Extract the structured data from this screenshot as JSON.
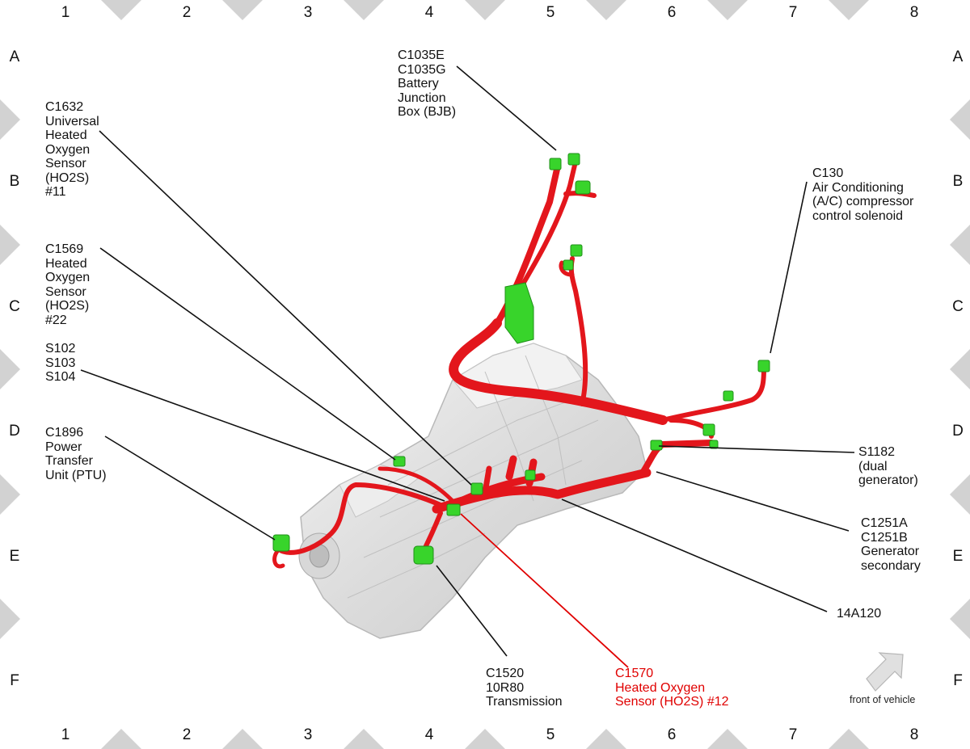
{
  "grid": {
    "columns": [
      "1",
      "2",
      "3",
      "4",
      "5",
      "6",
      "7",
      "8"
    ],
    "rows": [
      "A",
      "B",
      "C",
      "D",
      "E",
      "F"
    ]
  },
  "callouts": [
    {
      "id": "c1035",
      "lines": [
        "C1035E",
        "C1035G",
        "Battery",
        "Junction",
        "Box (BJB)"
      ]
    },
    {
      "id": "c1632",
      "lines": [
        "C1632",
        "Universal",
        "Heated",
        "Oxygen",
        "Sensor",
        "(HO2S)",
        "#11"
      ]
    },
    {
      "id": "c130",
      "lines": [
        "C130",
        "Air Conditioning",
        "(A/C) compressor",
        "control solenoid"
      ]
    },
    {
      "id": "c1569",
      "lines": [
        "C1569",
        "Heated",
        "Oxygen",
        "Sensor",
        "(HO2S)",
        "#22"
      ]
    },
    {
      "id": "s102",
      "lines": [
        "S102",
        "S103",
        "S104"
      ]
    },
    {
      "id": "c1896",
      "lines": [
        "C1896",
        "Power",
        "Transfer",
        "Unit (PTU)"
      ]
    },
    {
      "id": "s1182",
      "lines": [
        "S1182",
        "(dual",
        "generator)"
      ]
    },
    {
      "id": "c1251",
      "lines": [
        "C1251A",
        "C1251B",
        "Generator",
        "secondary"
      ]
    },
    {
      "id": "h14a120",
      "lines": [
        "14A120"
      ]
    },
    {
      "id": "c1520",
      "lines": [
        "C1520",
        "10R80",
        "Transmission"
      ]
    },
    {
      "id": "c1570",
      "lines": [
        "C1570",
        "Heated Oxygen",
        "Sensor (HO2S) #12"
      ]
    }
  ],
  "orientation": {
    "label": "front of vehicle"
  },
  "colors": {
    "harness": "#e3161c",
    "connector": "#38d42b",
    "transmission": "#e6e6e6",
    "highlight": "#e00000",
    "marker": "#d0d0d0"
  }
}
